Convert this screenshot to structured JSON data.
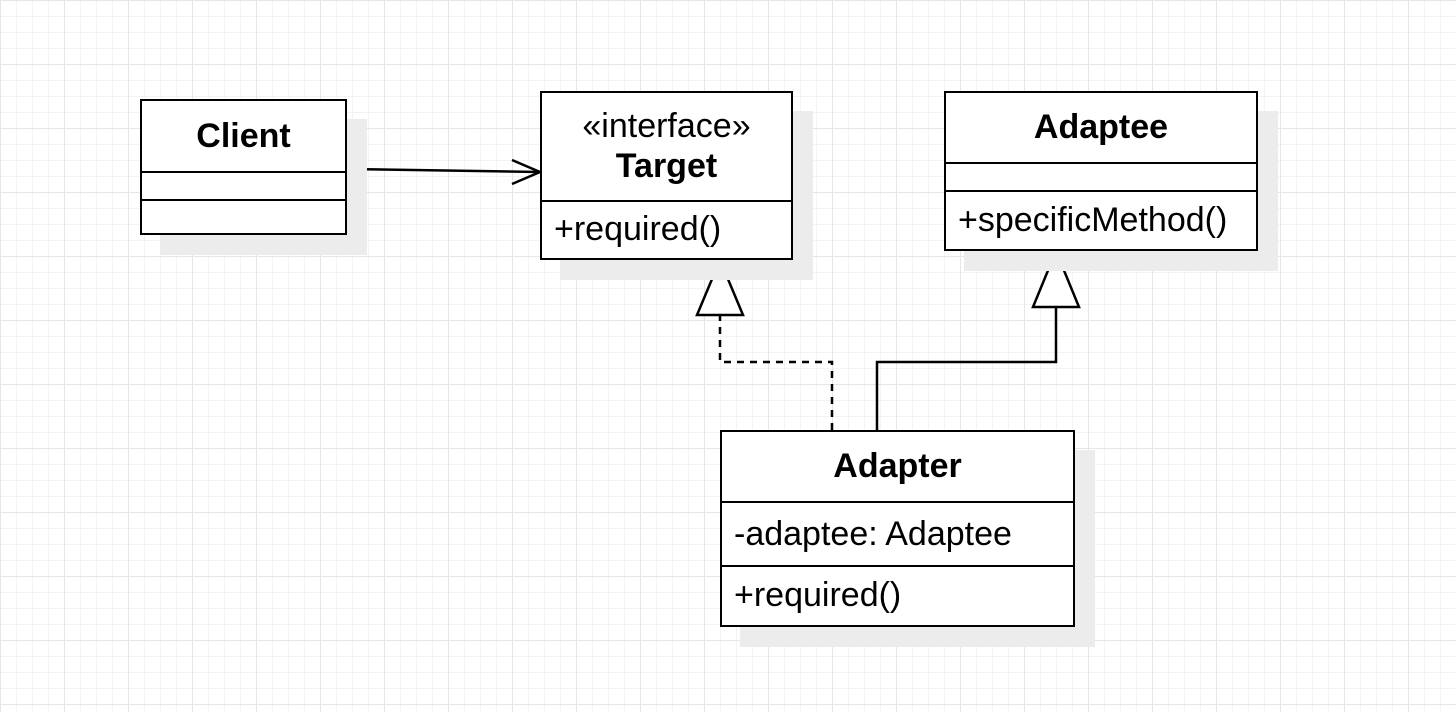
{
  "classes": {
    "client": {
      "name": "Client",
      "attributes": [],
      "operations": []
    },
    "target": {
      "stereotype": "«interface»",
      "name": "Target",
      "operations": [
        "+required()"
      ]
    },
    "adaptee": {
      "name": "Adaptee",
      "attributes": [],
      "operations": [
        "+specificMethod()"
      ]
    },
    "adapter": {
      "name": "Adapter",
      "attributes": [
        "-adaptee: Adaptee"
      ],
      "operations": [
        "+required()"
      ]
    }
  },
  "relations": [
    {
      "from": "Client",
      "to": "Target",
      "kind": "association"
    },
    {
      "from": "Adapter",
      "to": "Target",
      "kind": "realization"
    },
    {
      "from": "Adapter",
      "to": "Adaptee",
      "kind": "generalization"
    }
  ]
}
